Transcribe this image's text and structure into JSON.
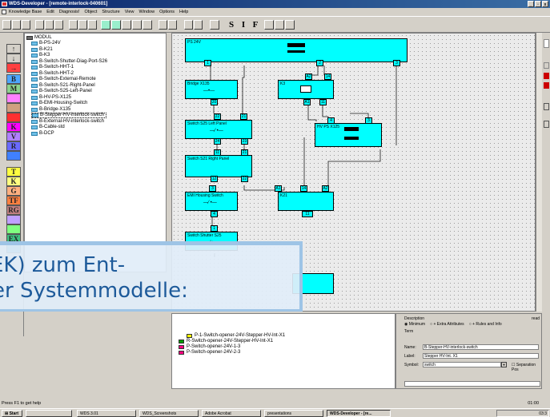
{
  "window": {
    "title": "WDS-Developer - [remote-interlock-040601]"
  },
  "menu": [
    "Knowledge Base",
    "Edit",
    "Diagnosis!",
    "Object",
    "Structure",
    "View",
    "Window",
    "Options",
    "Help"
  ],
  "toolbar_text": [
    "S",
    "I",
    "F"
  ],
  "palette": [
    {
      "icon": "arrow-up-icon",
      "label": "↑",
      "color": "#d4d0c8"
    },
    {
      "icon": "arrow-down-icon",
      "label": "↓",
      "color": "#d4d0c8"
    },
    {
      "icon": "arrow-right-icon",
      "label": "→",
      "color": "#ff4040"
    },
    {
      "icon": "B",
      "label": "B",
      "color": "#4da6ff"
    },
    {
      "icon": "M",
      "label": "M",
      "color": "#8dd38d"
    },
    {
      "icon": "pink",
      "label": "",
      "color": "#ff80ff"
    },
    {
      "icon": "orange",
      "label": "",
      "color": "#d0a080"
    },
    {
      "icon": "red",
      "label": "",
      "color": "#ff3030"
    },
    {
      "icon": "K",
      "label": "K",
      "color": "#ff00ff"
    },
    {
      "icon": "V",
      "label": "V",
      "color": "#b080ff"
    },
    {
      "icon": "R",
      "label": "R",
      "color": "#6a6aff"
    },
    {
      "icon": "blue",
      "label": "",
      "color": "#4080ff"
    },
    {
      "icon": "T",
      "label": "T",
      "color": "#ffff40"
    },
    {
      "icon": "K",
      "label": "K",
      "color": "#ffff80"
    },
    {
      "icon": "G",
      "label": "G",
      "color": "#ffb080"
    },
    {
      "icon": "TF",
      "label": "TF",
      "color": "#ff8040"
    },
    {
      "icon": "RG",
      "label": "RG",
      "color": "#c08080"
    },
    {
      "icon": "lilac",
      "label": "",
      "color": "#c0a0ff"
    },
    {
      "icon": "green",
      "label": "",
      "color": "#80ff80"
    },
    {
      "icon": "EX",
      "label": "EX",
      "color": "#40c080"
    },
    {
      "icon": "teal",
      "label": "",
      "color": "#40a0c0"
    }
  ],
  "tree": {
    "root": "MODUL",
    "items": [
      "B-PS-24V",
      "B-K21",
      "B-K3",
      "B-Switch-Shutter-Diag-Port-S26",
      "B-Switch-HHT-1",
      "B-Switch-HHT-2",
      "B-Switch-External-Remote",
      "B-Switch-S21-Right-Panel",
      "B-Switch-S25-Left-Panel",
      "B-HV-PS-X125",
      "B-EMI-Housing-Switch",
      "B-Bridge-X135",
      "B-Stepper-HV-interlock-switch",
      "B-External-HV-interlock-switch",
      "B-Cable-std",
      "B-DCP"
    ],
    "selected_index": 12
  },
  "diagram": {
    "blocks": {
      "ps": "PS 24V",
      "bridge": "Bridge X135",
      "k3": "K3",
      "s25": "Switch S25 Left Panel",
      "hvps": "HV PS X125",
      "s21": "Switch S21 Right Panel",
      "emi": "EMI Housing Switch",
      "k21": "K21",
      "shutter": "Switch Shutter S25"
    },
    "ports": {
      "ps1": "1",
      "ps2": "2",
      "ps3": "3",
      "br_in": "18",
      "br_out": "20",
      "k3_in1": "A2",
      "k3_in2": "14",
      "k3_a1": "A1",
      "k3_out": "11",
      "s25_a": "22",
      "s25_b": "21",
      "s25_c": "24",
      "s25_d": "23",
      "hv_a": "4",
      "hv_b": "3",
      "s21_a": "11",
      "s21_b": "21",
      "s21_c": "12",
      "s21_d": "22",
      "emi_in": "3",
      "emi_out": "4",
      "k21_a1": "A1",
      "k21_14": "14",
      "k21_a2": "A2",
      "k21_out": "11",
      "sh_in": "1"
    }
  },
  "bottom_list": [
    {
      "label": "P-1-Switch-opener-24V-Stepper-HV-Int-X1",
      "color": "#ffff00"
    },
    {
      "label": "R-Switch-opener-24V-Stepper-HV-Int-X1",
      "color": "#00a000"
    },
    {
      "label": "P-Switch-opener-24V-1-3",
      "color": "#ff0080"
    },
    {
      "label": "P-Switch-opener-24V-2-3",
      "color": "#ff0080"
    }
  ],
  "props": {
    "description_label": "Description",
    "read_label": "read",
    "radio_minimum": "Minimum",
    "radio_extra": "+ Extra Attributes",
    "radio_rules": "+ Rules and Info",
    "term_label": "Term",
    "name_label": "Name:",
    "name_value": "B-Stepper-HV-interlock-switch",
    "label_label": "Label:",
    "label_value": "Stepper HV-Int. X1",
    "symbol_label": "Symbol:",
    "symbol_value": "switch",
    "separation_label": "Separation Pos"
  },
  "overlay": {
    "line1": "EK) zum Ent-",
    "line2": "er Systemmodelle:"
  },
  "status": {
    "text": "Press F1 to get help",
    "time": "01:00"
  },
  "taskbar": {
    "start": "Start",
    "items": [
      "WDS 3.01",
      "WDS_Screenshots",
      "Adobe Acrobat",
      "presentations",
      "WDS-Developer - [re..."
    ],
    "clock": "03:3"
  }
}
